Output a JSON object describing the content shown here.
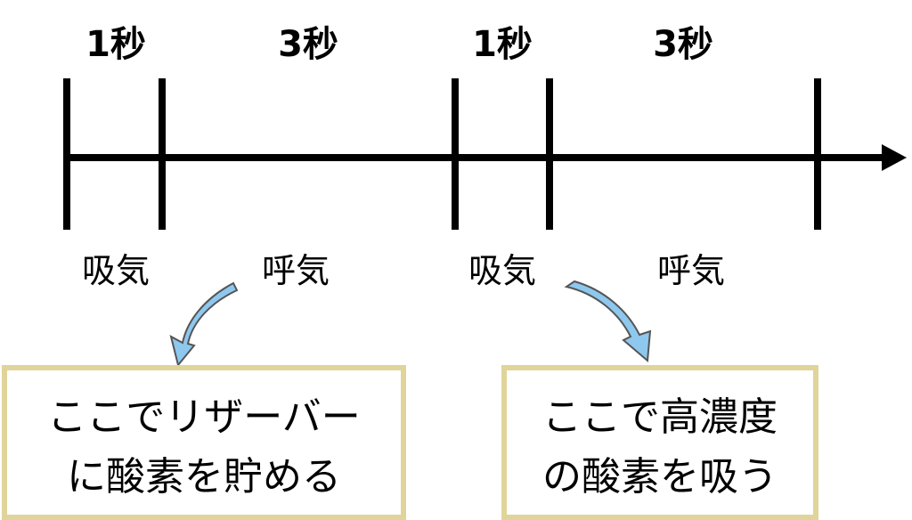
{
  "top_labels": [
    "1秒",
    "3秒",
    "1秒",
    "3秒"
  ],
  "bottom_labels": [
    "吸気",
    "呼気",
    "吸気",
    "呼気"
  ],
  "boxes": [
    {
      "line1": "ここでリザーバー",
      "line2": "に酸素を貯める"
    },
    {
      "line1": "ここで高濃度",
      "line2": "の酸素を吸う"
    }
  ],
  "colors": {
    "box_border": "#e0d49a",
    "arrow_fill": "#8ec8ee"
  }
}
